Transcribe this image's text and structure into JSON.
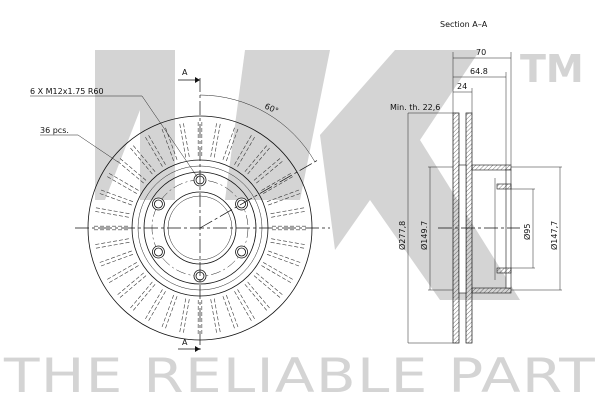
{
  "watermark": {
    "logo": "NK",
    "trademark": "TM",
    "slogan": "THE RELIABLE PART"
  },
  "front_view": {
    "bolt_label": "6 X M12x1.75 R60",
    "vanes_label": "36 pcs.",
    "angle_label": "60°",
    "section_mark_top": "A",
    "section_mark_bottom": "A"
  },
  "section_view": {
    "title": "Section A–A",
    "dim_overall_height": "70",
    "dim_hat_height": "64.8",
    "dim_thickness": "24",
    "min_thickness_label": "Min. th. 22,6",
    "dim_outer_diameter": "Ø277,8",
    "dim_hub_diameter": "Ø149.7",
    "dim_center_bore": "Ø95",
    "dim_hat_diameter": "Ø147,7"
  }
}
